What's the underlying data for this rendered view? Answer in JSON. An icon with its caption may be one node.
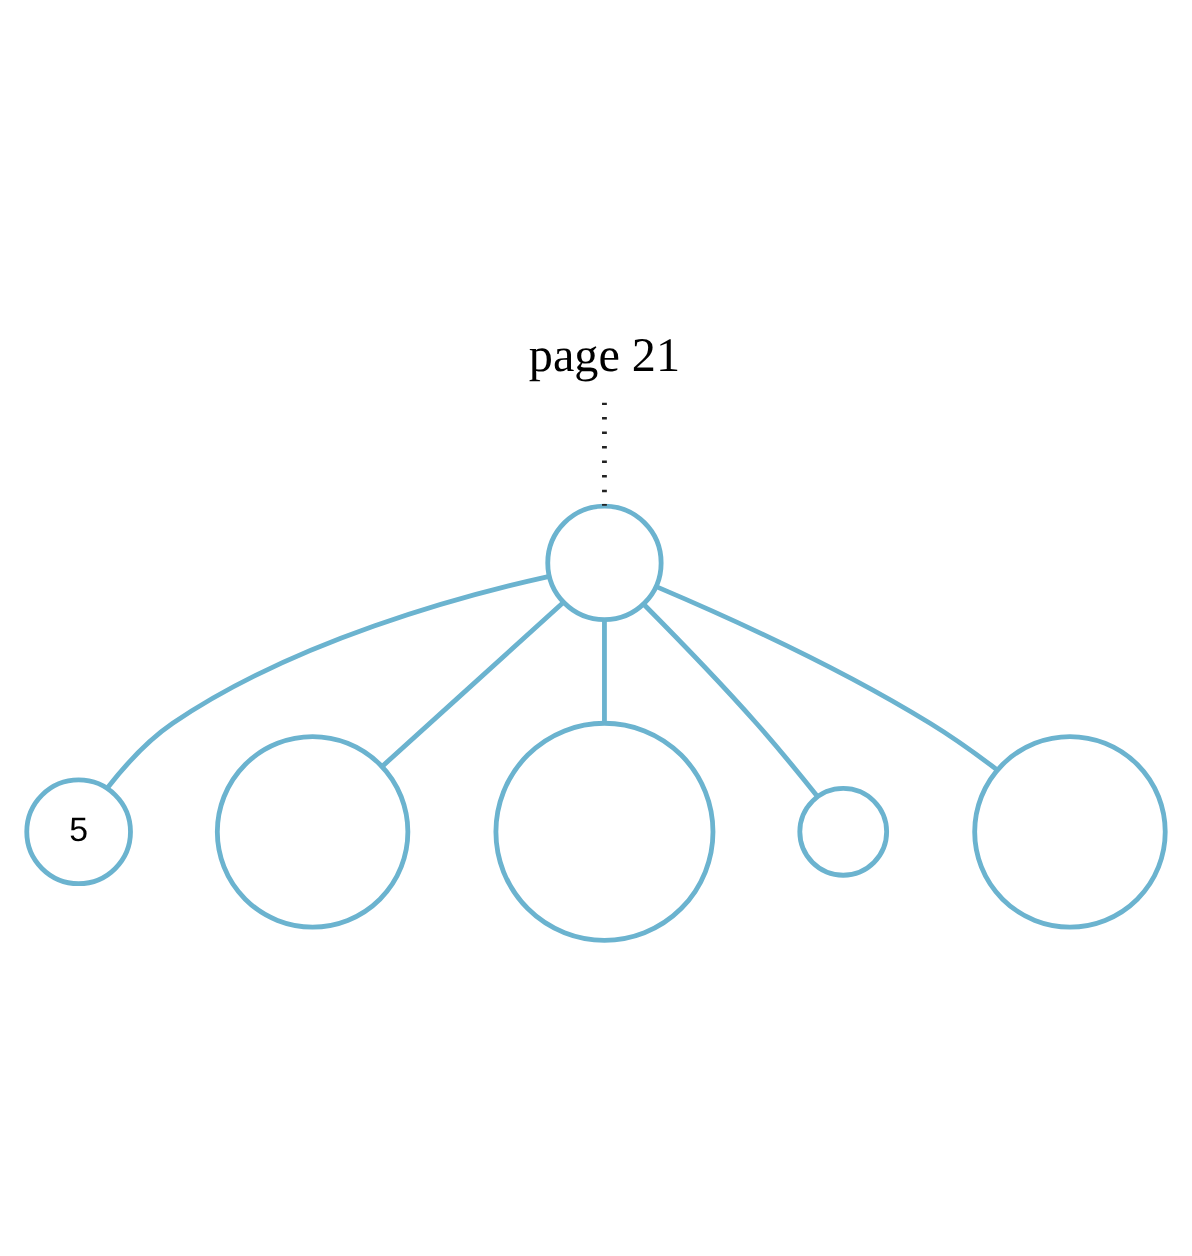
{
  "diagram": {
    "nodes": [
      {
        "text": [
          "5"
        ]
      },
      {
        "text": [],
        "shape": "circle"
      },
      {
        "text": [
          "page 21"
        ]
      },
      {
        "text": [],
        "shape": "circle"
      },
      {
        "text": [],
        "shape": "circle"
      },
      {
        "text": [],
        "shape": "circle"
      },
      {
        "text": [],
        "shape": "circle"
      }
    ],
    "edges": [
      {
        "from": 3,
        "to": 0,
        "arrow": "none"
      },
      {
        "from": 3,
        "to": 1,
        "arrow": "none"
      },
      {
        "from": 2,
        "to": 3,
        "arrow": "none",
        "style": "dashed",
        "color": "#222222"
      },
      {
        "from": 3,
        "to": 4,
        "arrow": "none"
      },
      {
        "from": 3,
        "to": 5,
        "arrow": "none"
      },
      {
        "from": 3,
        "to": 6,
        "arrow": "none"
      }
    ]
  }
}
